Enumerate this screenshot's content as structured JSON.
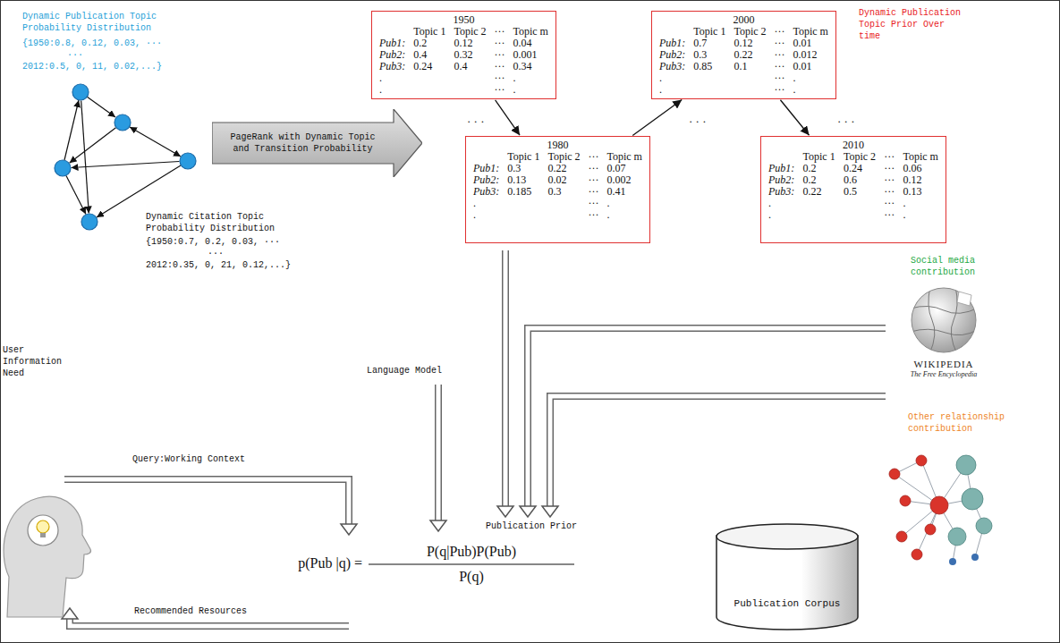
{
  "diagram": {
    "nodes": [
      {
        "text": [
          "1950",
          "Topic 1",
          "Topic 2",
          "···",
          "Topic m",
          "Pub1:",
          "0.2",
          "0.12",
          "···",
          "0.04",
          "Pub2:",
          "0.4",
          "0.32",
          "···",
          "0.001",
          "Pub3:",
          "0.24",
          "0.4",
          "···",
          "0.34",
          ".",
          "···",
          ".",
          ".",
          "···",
          "."
        ]
      },
      {
        "text": [
          "2000",
          "Topic 1",
          "Topic 2",
          "···",
          "Topic m",
          "Pub1:",
          "0.7",
          "0.12",
          "···",
          "0.01",
          "Pub2:",
          "0.3",
          "0.22",
          "···",
          "0.012",
          "Pub3:",
          "0.85",
          "0.1",
          "···",
          "0.01",
          ".",
          "···",
          ".",
          ".",
          "···",
          "."
        ]
      },
      {
        "text": [
          "1980",
          "Topic 1",
          "Topic 2",
          "···",
          "Topic m",
          "Pub1:",
          "0.3",
          "0.22",
          "···",
          "0.07",
          "Pub2:",
          "0.13",
          "0.02",
          "···",
          "0.002",
          "Pub3:",
          "0.185",
          "0.3",
          "···",
          "0.41",
          ".",
          "···",
          ".",
          ".",
          "···",
          "."
        ]
      },
      {
        "text": [
          "2010",
          "Topic 1",
          "Topic 2",
          "···",
          "Topic m",
          "Pub1:",
          "0.2",
          "0.24",
          "···",
          "0.06",
          "Pub2:",
          "0.2",
          "0.6",
          "···",
          "0.12",
          "Pub3:",
          "0.22",
          "0.5",
          "···",
          "0.13",
          ".",
          "···",
          ".",
          ".",
          "···",
          "."
        ]
      },
      {
        "text": [
          "PageRank with Dynamic Topic and Transition Probability"
        ]
      },
      {
        "text": [
          "Publication Corpus"
        ]
      }
    ],
    "edges": [
      {
        "from": 0,
        "to": 2,
        "arrow": "to"
      },
      {
        "from": 2,
        "to": 1,
        "arrow": "to"
      },
      {
        "from": 1,
        "to": 3,
        "arrow": "to"
      }
    ],
    "labels": [
      "Dynamic Publication Topic Probability Distribution",
      "{1950:0.8, 0.12, 0.03, ···",
      "···",
      "2012:0.5, 0, 11, 0.02,...}",
      "Dynamic Citation Topic Probability Distribution",
      "{1950:0.7, 0.2, 0.03, ···",
      "···",
      "2012:0.35, 0, 21, 0.12,...}",
      "Dynamic Publication Topic Prior Over time",
      "· · ·",
      "· · ·",
      "· · ·",
      "Social media contribution",
      "WIKIPEDIA",
      "The Free Encyclopedia",
      "Other relationship contribution",
      "Language Model",
      "Query:Working Context",
      "User Information Need",
      "Publication Prior",
      "p(Pub |q) =",
      "P(q|Pub)P(Pub)",
      "P(q)",
      "Recommended Resources"
    ]
  }
}
